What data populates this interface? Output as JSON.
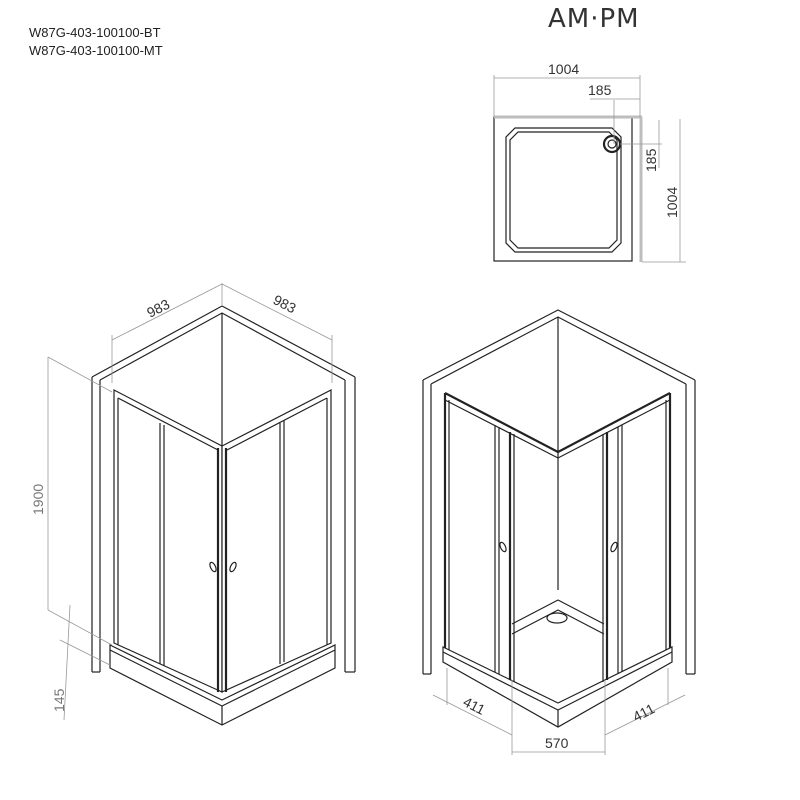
{
  "header": {
    "model_codes": [
      "W87G-403-100100-BT",
      "W87G-403-100100-MT"
    ],
    "brand": "AM·PM"
  },
  "tray_plan_view": {
    "width_label": "1004",
    "depth_label": "1004",
    "drain_offset_x_label": "185",
    "drain_offset_y_label": "185"
  },
  "closed_view": {
    "left_width_label": "983",
    "right_width_label": "983",
    "height_label": "1900",
    "tray_height_label": "145"
  },
  "open_view": {
    "left_door_label": "411",
    "right_door_label": "411",
    "entry_width_label": "570"
  },
  "colors": {
    "line": "#222222",
    "dimension_line": "#999999",
    "tray_edge": "#bdbdbd"
  }
}
